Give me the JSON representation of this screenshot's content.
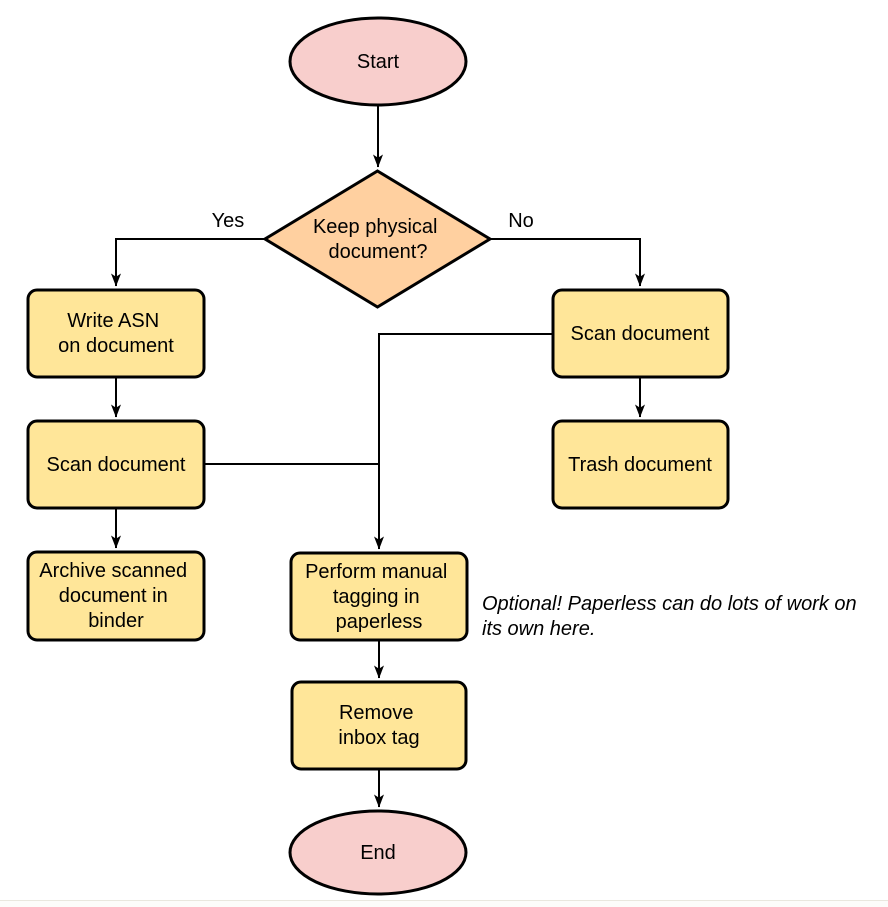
{
  "colors": {
    "terminator_fill": "#f8cecc",
    "decision_fill": "#ffd0a0",
    "process_fill": "#ffe699",
    "stroke": "#000000"
  },
  "nodes": {
    "start": {
      "label": "Start"
    },
    "decision": {
      "lines": [
        "Keep physical",
        "document?"
      ]
    },
    "write_asn": {
      "lines": [
        "Write ASN",
        "on document"
      ]
    },
    "scan_left": {
      "label": "Scan document"
    },
    "archive": {
      "lines": [
        "Archive scanned",
        "document in",
        "binder"
      ]
    },
    "scan_right": {
      "label": "Scan document"
    },
    "trash": {
      "label": "Trash document"
    },
    "tagging": {
      "lines": [
        "Perform manual",
        "tagging in",
        "paperless"
      ]
    },
    "remove_inbox": {
      "lines": [
        "Remove",
        "inbox tag"
      ]
    },
    "end": {
      "label": "End"
    }
  },
  "edge_labels": {
    "yes": "Yes",
    "no": "No"
  },
  "annotation": {
    "lines": [
      "Optional! Paperless can do lots of work on",
      "its own here."
    ]
  }
}
